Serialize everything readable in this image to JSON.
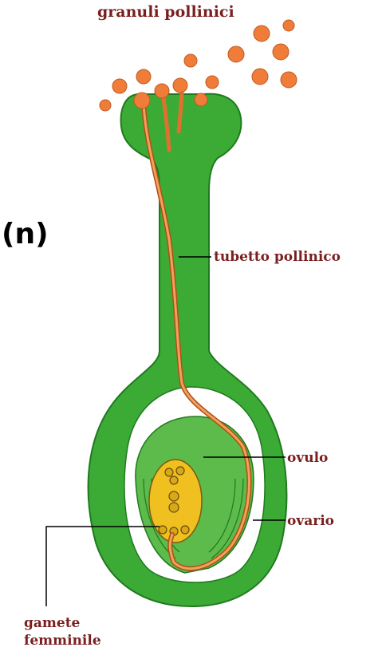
{
  "labels": {
    "granuli": "granuli pollinici",
    "tubetto": "tubetto pollinico",
    "ovulo": "ovulo",
    "ovario": "ovario",
    "gamete_line1": "gamete",
    "gamete_line2": "femminile",
    "ploidy": "(n)"
  },
  "colors": {
    "pistil": "#3cab35",
    "pistil_dark": "#1f7a1e",
    "ovule": "#5cbb4a",
    "embryo_sac": "#f0c020",
    "pollen": "#f07c3a",
    "label_text": "#7a1f1f",
    "ploidy_text": "#000000",
    "leader_line": "#000000"
  }
}
